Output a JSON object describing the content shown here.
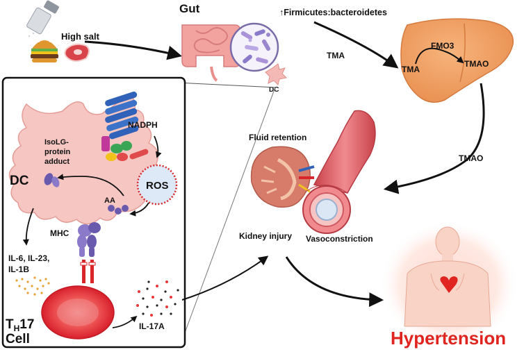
{
  "labels": {
    "high_salt": "High salt",
    "gut": "Gut",
    "firmicutes": "↑Firmicutes:bacteroidetes",
    "dc_small": "DC",
    "tma_arrow": "TMA",
    "fmo3": "FMO3",
    "tma_liver": "TMA",
    "tmao_liver": "TMAO",
    "tmao_arrow": "TMAO",
    "nadph": "NADPH",
    "isolg_1": "IsoLG-",
    "isolg_2": "protein",
    "isolg_3": "adduct",
    "dc_big": "DC",
    "ros": "ROS",
    "aa": "AA",
    "mhc": "MHC",
    "cytokines_1": "IL-6, IL-23,",
    "cytokines_2": "IL-1B",
    "th17_t": "T",
    "th17_sub": "H",
    "th17_num": "17",
    "th17_cell": "Cell",
    "il17a": "IL-17A",
    "fluid_retention": "Fluid retention",
    "kidney_injury": "Kidney injury",
    "vasoconstriction": "Vasoconstriction",
    "hypertension": "Hypertension"
  },
  "colors": {
    "hypertension": "#e0241f",
    "liver": "#f2a066",
    "dc_cell": "#f6c6c2",
    "gut": "#f2a3a0",
    "th17": "#e8383a",
    "ros_border": "#d9262a",
    "receptor_blue": "#2f62b8",
    "mhc_purple": "#8b79c9"
  }
}
